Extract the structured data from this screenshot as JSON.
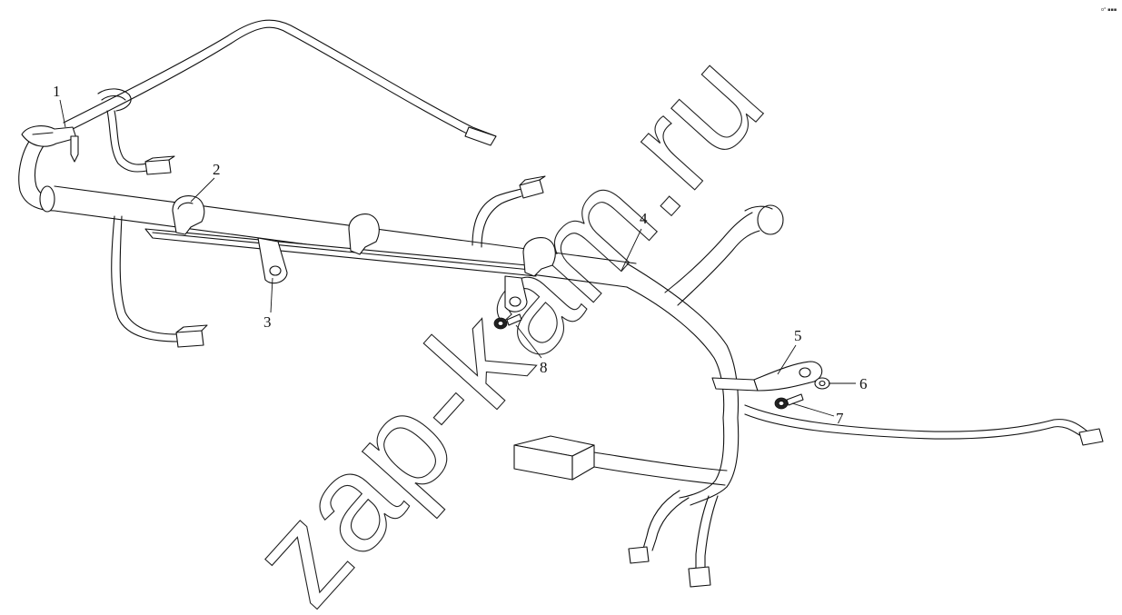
{
  "watermark": "zap-kam.ru",
  "corner_mark": "o° ▪▪▪",
  "callouts": [
    {
      "label": "1"
    },
    {
      "label": "2"
    },
    {
      "label": "3"
    },
    {
      "label": "4"
    },
    {
      "label": "5"
    },
    {
      "label": "6"
    },
    {
      "label": "7"
    },
    {
      "label": "8"
    }
  ]
}
